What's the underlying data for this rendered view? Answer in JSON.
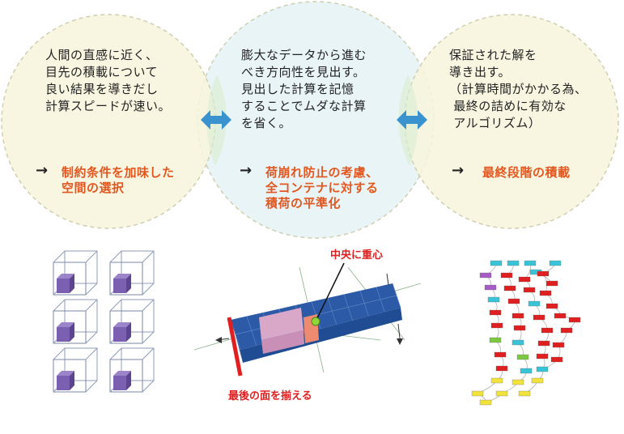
{
  "left": {
    "text": "人間の直感に近く、\n目先の積載について\n良い結果を導きだし\n計算スピードが速い。",
    "conclusion": "制約条件を加味した\n空間の選択"
  },
  "middle": {
    "text": "膨大なデータから進む\nべき方向性を見出す。\n見出した計算を記憶\nすることでムダな計算\nを省く。",
    "conclusion": "荷崩れ防止の考慮、\n全コンテナに対する\n積荷の平準化"
  },
  "right": {
    "text": "保証された解を\n導き出す。\n（計算時間がかかる為、\n 最終の詰めに有効な\n アルゴリズム）",
    "conclusion": "最終段階の積載"
  },
  "arrow_glyph": "→",
  "annotations": {
    "center_of_gravity": "中央に重心",
    "align_back": "最後の面を揃える"
  },
  "colors": {
    "circle_left": "#f7f5dc",
    "circle_middle": "#e9f4f6",
    "circle_right": "#f7f5dc",
    "circle_border": "#c9c9a0",
    "accent_orange": "#e2571f",
    "accent_red": "#e02020",
    "double_arrow": "#3a93cf",
    "box_blue": "#2c5aa6",
    "box_pink": "#d9a8c8",
    "box_salmon": "#ee8a70",
    "cube_purple": "#7b5fb0",
    "graph_red": "#e02020",
    "graph_cyan": "#39c3d6",
    "graph_purple": "#a65cc4",
    "graph_green": "#7cc842",
    "graph_yellow": "#f1e33c"
  },
  "icons": [
    "double-arrow-icon",
    "wireframe-cube-icon",
    "container-3d-icon",
    "search-graph-icon",
    "arrow-right-icon"
  ]
}
